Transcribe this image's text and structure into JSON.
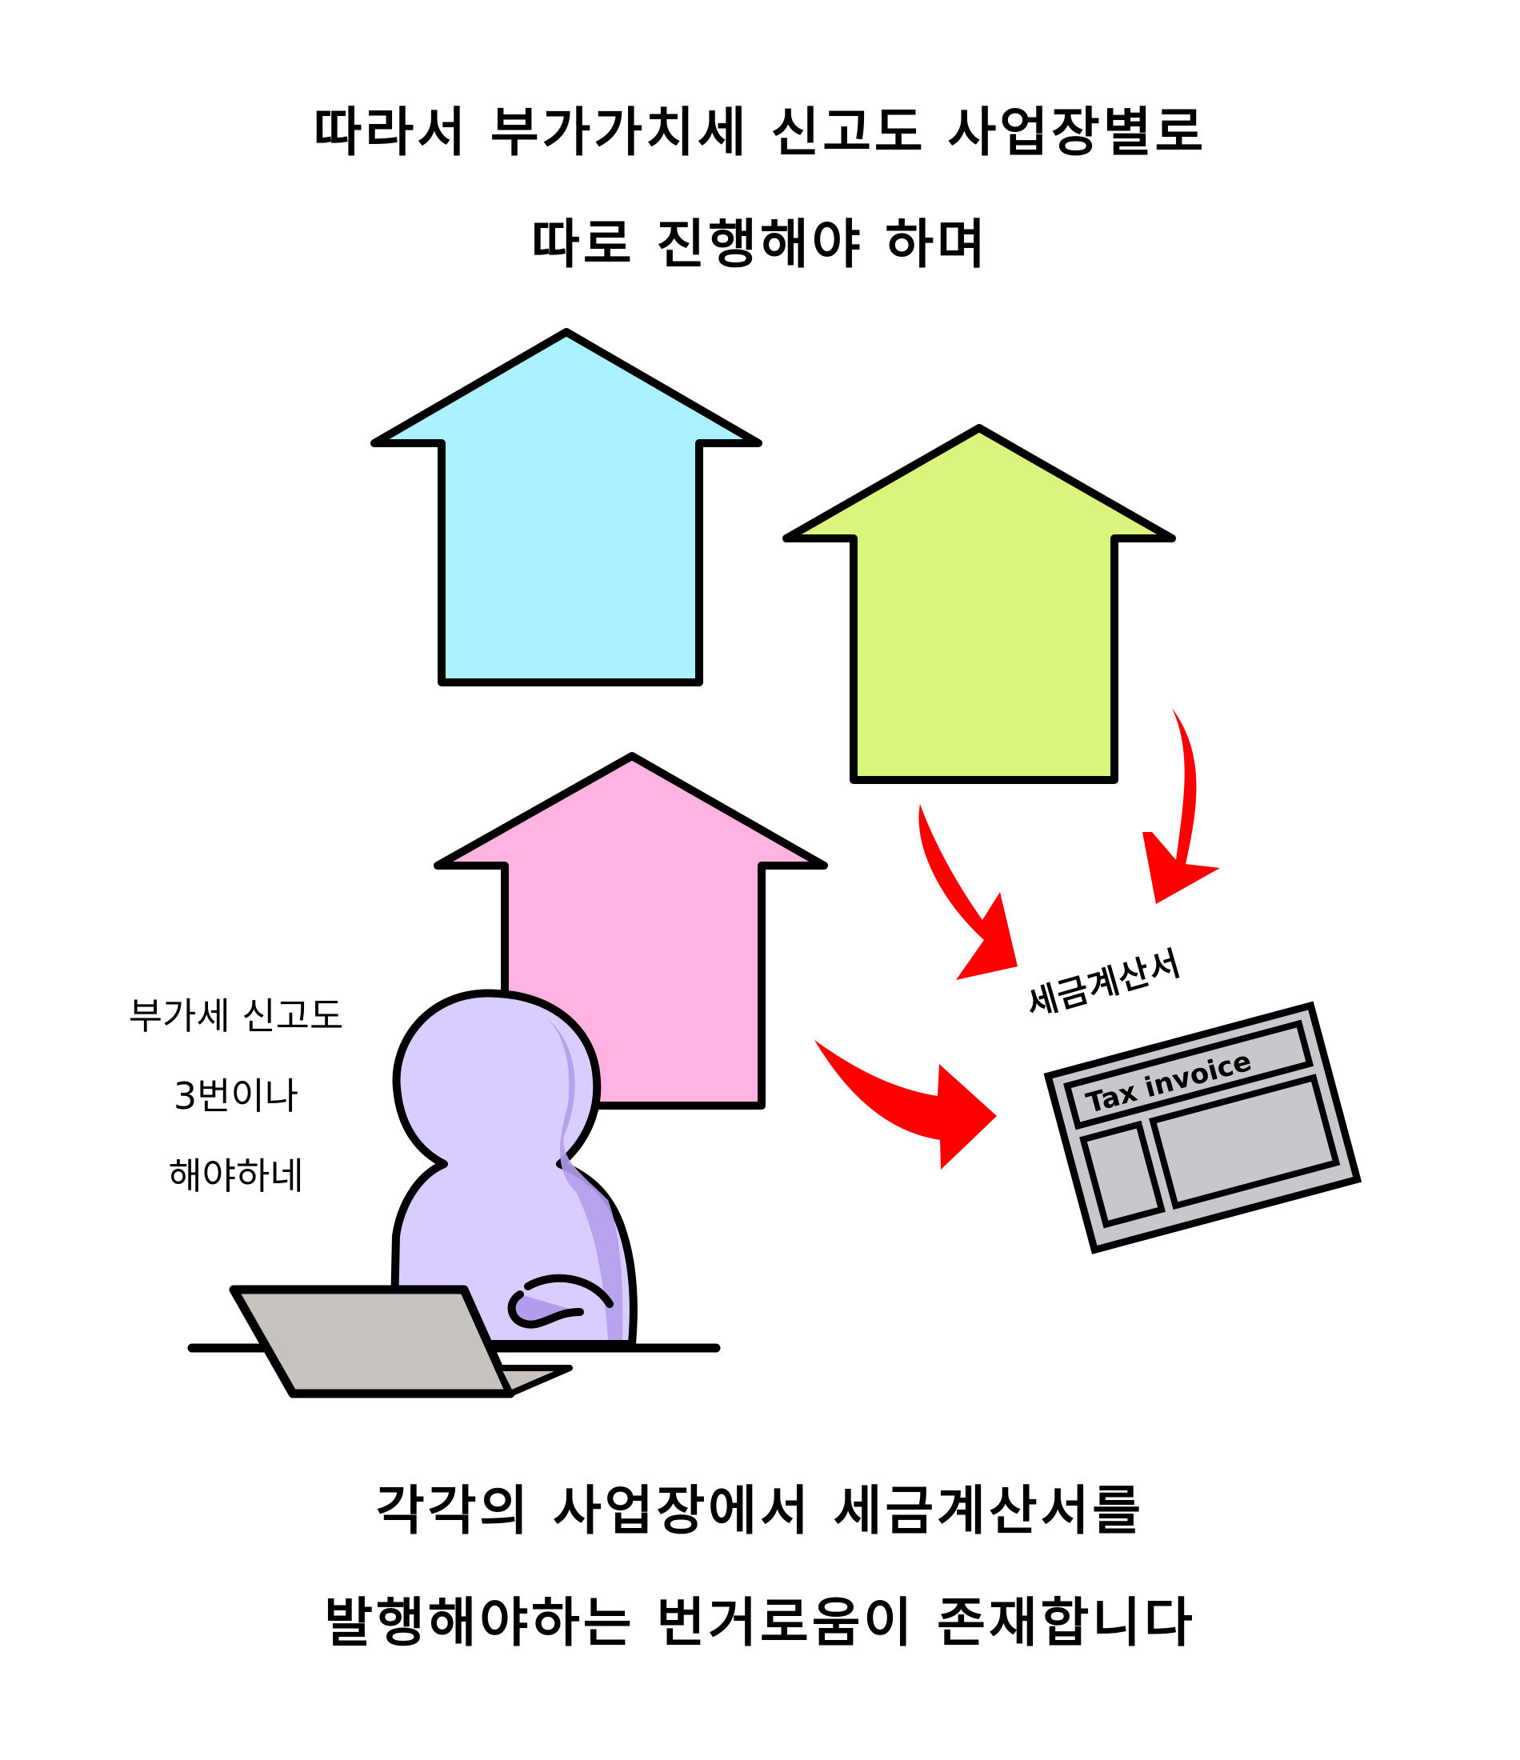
{
  "captions": {
    "top": [
      "따라서 부가가치세 신고도 사업장별로",
      "따로 진행해야 하며"
    ],
    "bottom": [
      "각각의 사업장에서 세금계산서를",
      "발행해야하는 번거로움이 존재합니다"
    ]
  },
  "speech_bubble": {
    "lines": [
      "부가세 신고도",
      "3번이나",
      "해야하네"
    ]
  },
  "houses": [
    {
      "name": "business-site-1",
      "color": "#aaf2ff"
    },
    {
      "name": "business-site-2",
      "color": "#d9f57c"
    },
    {
      "name": "business-site-3",
      "color": "#ffb3e0"
    }
  ],
  "invoice": {
    "label": "세금계산서",
    "title": "Tax invoice",
    "fill_color": "#c8c8cc"
  },
  "colors": {
    "arrow": "#ff0000",
    "person_light": "#d9ccff",
    "person_shadow": "#b19deb",
    "laptop": "#c6c3be",
    "outline": "#000000"
  }
}
